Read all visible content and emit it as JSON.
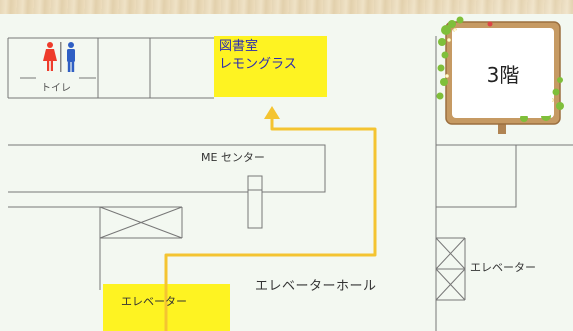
{
  "floor_sign": {
    "label": "3階"
  },
  "rooms": {
    "library_name": "図書室",
    "library_nickname": "レモングラス",
    "restroom": "トイレ",
    "me_center": "ME センター",
    "elevator_left": "エレベーター",
    "elevator_right": "エレベーター",
    "elevator_hall": "エレベーターホール"
  },
  "icons": {
    "restroom_female": "female-figure-icon",
    "restroom_male": "male-figure-icon"
  },
  "colors": {
    "highlight_yellow": "#fef322",
    "route": "#f4c431",
    "female": "#ee3b2b",
    "male": "#2f5fc4",
    "wall": "#777777"
  }
}
